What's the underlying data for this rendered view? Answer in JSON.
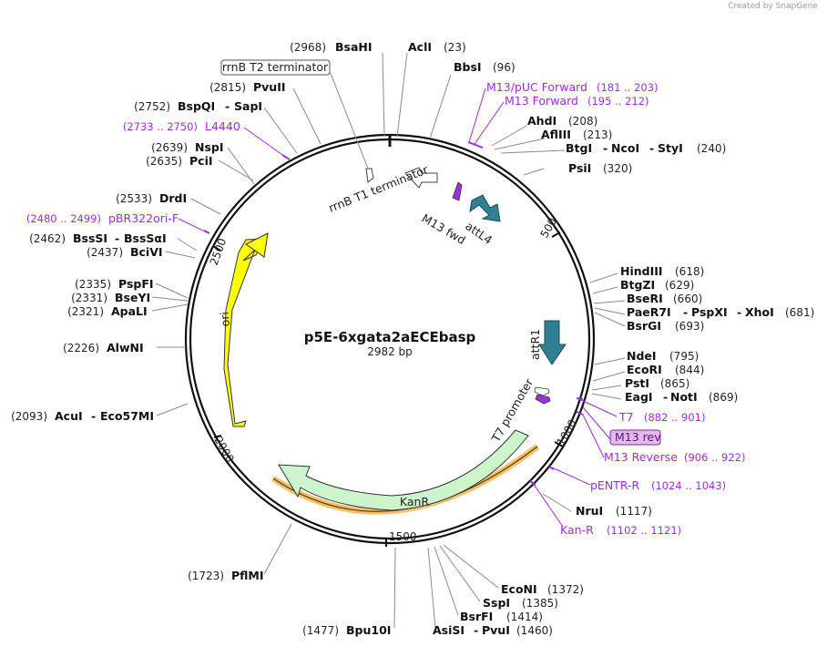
{
  "credit": "Created by SnapGene",
  "plasmid": {
    "name": "p5E-6xgata2aECEbasp",
    "size_label": "2982 bp",
    "length": 2982
  },
  "ticks": [
    "500",
    "1000",
    "1500",
    "2000",
    "2500"
  ],
  "features": {
    "rrnB_T2": "rrnB T2 terminator",
    "rrnB_T1": "rrnB T1 terminator",
    "M13fwd": "M13 fwd",
    "attL4": "attL4",
    "attR1": "attR1",
    "T7prom": "T7 promoter",
    "KanR": "KanR",
    "ori": "ori"
  },
  "enzymes": [
    {
      "pos": "(2968)",
      "name": "BsaHI"
    },
    {
      "pos": "(23)",
      "name": "AclI"
    },
    {
      "pos": "(96)",
      "name": "BbsI"
    },
    {
      "pos": "(208)",
      "name": "AhdI"
    },
    {
      "pos": "(213)",
      "name": "AflIII"
    },
    {
      "pos": "(240)",
      "name": "BtgI",
      "n2": "NcoI",
      "n3": "StyI"
    },
    {
      "pos": "(320)",
      "name": "PsiI"
    },
    {
      "pos": "(618)",
      "name": "HindIII"
    },
    {
      "pos": "(629)",
      "name": "BtgZI"
    },
    {
      "pos": "(660)",
      "name": "BseRI"
    },
    {
      "pos": "(681)",
      "name": "PaeR7I",
      "n2": "PspXI",
      "n3": "XhoI"
    },
    {
      "pos": "(693)",
      "name": "BsrGI"
    },
    {
      "pos": "(795)",
      "name": "NdeI"
    },
    {
      "pos": "(844)",
      "name": "EcoRI"
    },
    {
      "pos": "(865)",
      "name": "PstI"
    },
    {
      "pos": "(869)",
      "name": "EagI",
      "n2": "NotI"
    },
    {
      "pos": "(1117)",
      "name": "NruI"
    },
    {
      "pos": "(1372)",
      "name": "EcoNI"
    },
    {
      "pos": "(1385)",
      "name": "SspI"
    },
    {
      "pos": "(1414)",
      "name": "BsrFI"
    },
    {
      "pos": "(1460)",
      "name": "AsiSI",
      "n2": "PvuI"
    },
    {
      "pos": "(1477)",
      "name": "Bpu10I"
    },
    {
      "pos": "(1723)",
      "name": "PflMI"
    },
    {
      "pos": "(2093)",
      "name": "AcuI",
      "n2": "Eco57MI"
    },
    {
      "pos": "(2226)",
      "name": "AlwNI"
    },
    {
      "pos": "(2321)",
      "name": "ApaLI"
    },
    {
      "pos": "(2331)",
      "name": "BseYI"
    },
    {
      "pos": "(2335)",
      "name": "PspFI"
    },
    {
      "pos": "(2437)",
      "name": "BciVI"
    },
    {
      "pos": "(2462)",
      "name": "BssSI",
      "n2": "BssSαI"
    },
    {
      "pos": "(2533)",
      "name": "DrdI"
    },
    {
      "pos": "(2635)",
      "name": "PciI"
    },
    {
      "pos": "(2639)",
      "name": "NspI"
    },
    {
      "pos": "(2752)",
      "name": "BspQI",
      "n2": "SapI"
    },
    {
      "pos": "(2815)",
      "name": "PvuII"
    }
  ],
  "primers": [
    {
      "name": "M13/pUC Forward",
      "range": "(181 .. 203)"
    },
    {
      "name": "M13 Forward",
      "range": "(195 .. 212)"
    },
    {
      "name": "T7",
      "range": "(882 .. 901)"
    },
    {
      "name": "M13 rev"
    },
    {
      "name": "M13 Reverse",
      "range": "(906 .. 922)"
    },
    {
      "name": "pENTR-R",
      "range": "(1024 .. 1043)"
    },
    {
      "name": "Kan-R",
      "range": "(1102 .. 1121)"
    },
    {
      "name": "L4440",
      "range": "(2733 .. 2750)"
    },
    {
      "name": "pBR322ori-F",
      "range": "(2480 .. 2499)"
    }
  ],
  "colors": {
    "backbone": "#111111",
    "primer": "#9b30d9",
    "att": "#2f7f95",
    "ori": "#ffff00",
    "kanr": "#ccf5cc",
    "kanr_highlight": "#f4c06a",
    "t7": "#9b30d9"
  }
}
